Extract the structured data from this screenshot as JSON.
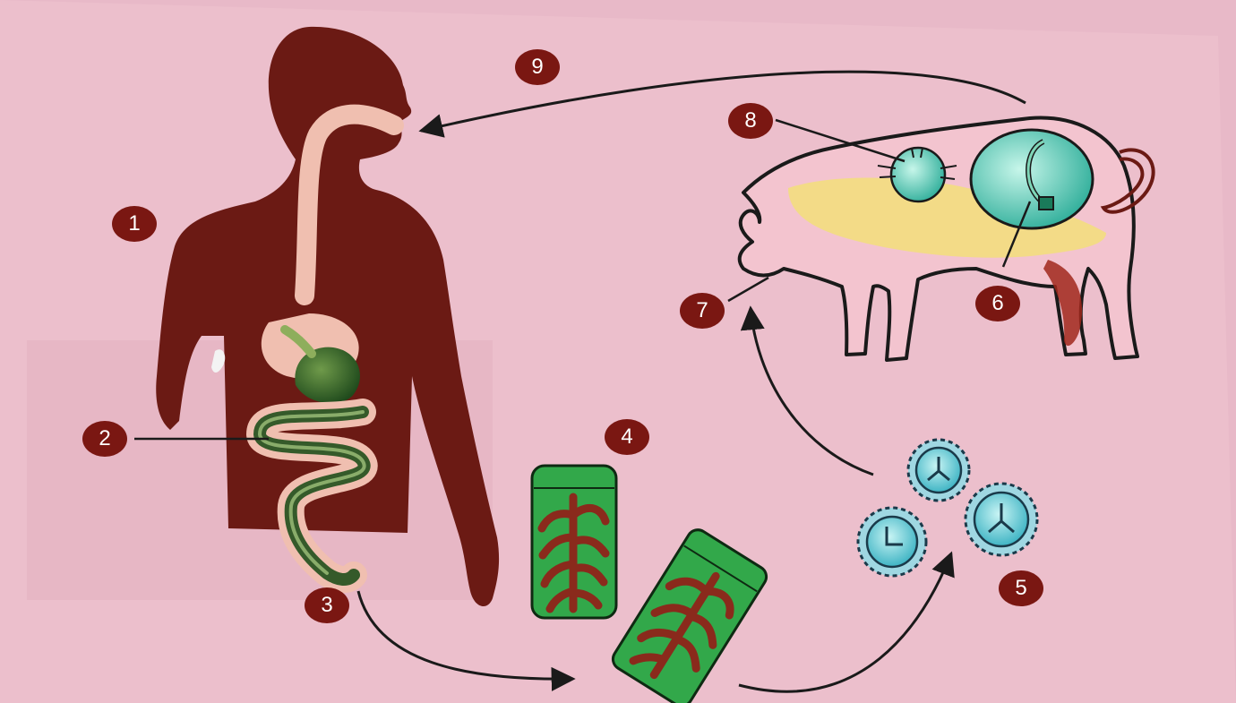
{
  "colors": {
    "background": "#e8b9c8",
    "human": "#6b1a14",
    "badge": "#7a1712",
    "badge_text": "#ffffff",
    "segment_green": "#32a84a",
    "worm": "#8a2a1c",
    "egg": "#7fd6dc",
    "cyst": "#6fd3c2",
    "pig": "#f3c4cf",
    "pig_tissue": "#f2df7a",
    "arrow": "#1a1a1a"
  },
  "labels": [
    {
      "id": "1",
      "text": "1"
    },
    {
      "id": "2",
      "text": "2"
    },
    {
      "id": "3",
      "text": "3"
    },
    {
      "id": "4",
      "text": "4"
    },
    {
      "id": "5",
      "text": "5"
    },
    {
      "id": "6",
      "text": "6"
    },
    {
      "id": "7",
      "text": "7"
    },
    {
      "id": "8",
      "text": "8"
    },
    {
      "id": "9",
      "text": "9"
    }
  ],
  "icons": [
    "human-silhouette-icon",
    "intestine-icon",
    "stomach-icon",
    "proglottid-segment-icon",
    "egg-icon",
    "pig-icon",
    "cyst-icon",
    "cycle-arrow-icon"
  ]
}
